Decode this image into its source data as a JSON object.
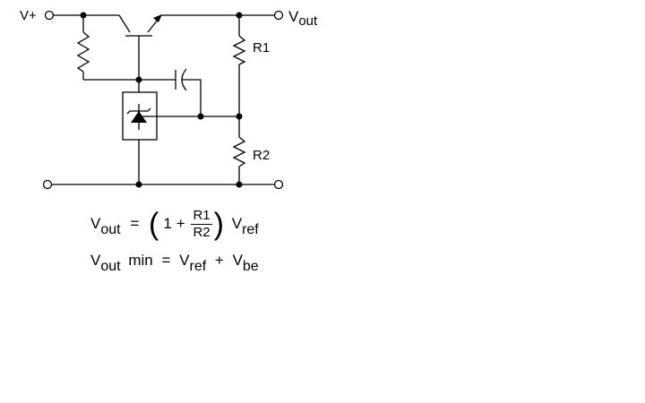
{
  "labels": {
    "input": "V+",
    "output": "out",
    "output_prefix": "V",
    "r1": "R1",
    "r2": "R2"
  },
  "equation1": {
    "lhs_v": "V",
    "lhs_sub": "out",
    "equals": "=",
    "one": "1",
    "plus": "+",
    "num": "R1",
    "den": "R2",
    "rhs_v": "V",
    "rhs_sub": "ref"
  },
  "equation2": {
    "lhs_v": "V",
    "lhs_sub": "out",
    "min": "min",
    "equals": "=",
    "t1_v": "V",
    "t1_sub": "ref",
    "plus": "+",
    "t2_v": "V",
    "t2_sub": "be"
  }
}
